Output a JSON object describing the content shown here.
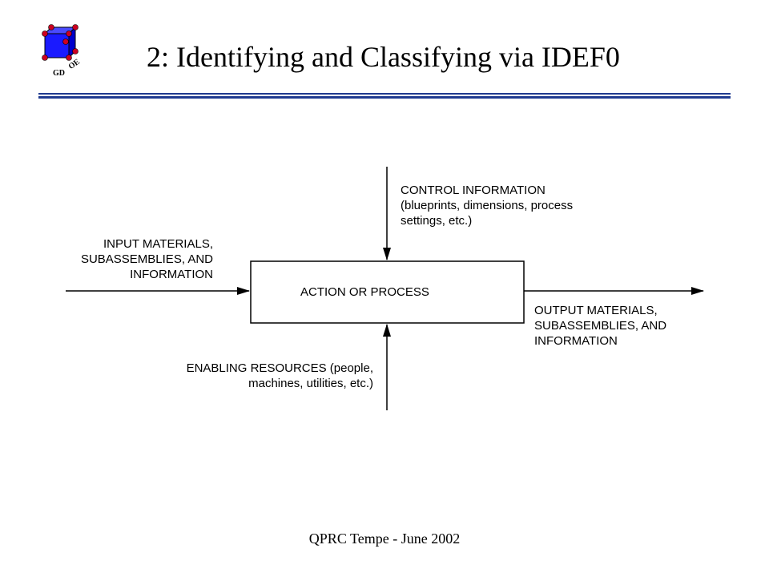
{
  "logo": {
    "left_text": "GD",
    "right_text": "OE"
  },
  "title": "2:  Identifying and Classifying via IDEF0",
  "diagram": {
    "control": [
      "CONTROL INFORMATION",
      "(blueprints, dimensions, process",
      "settings, etc.)"
    ],
    "input": [
      "INPUT MATERIALS,",
      "SUBASSEMBLIES, AND",
      "INFORMATION"
    ],
    "process": "ACTION  OR  PROCESS",
    "output": [
      "OUTPUT MATERIALS,",
      "SUBASSEMBLIES, AND",
      "INFORMATION"
    ],
    "resources": [
      "ENABLING RESOURCES (people,",
      "machines, utilities, etc.)"
    ]
  },
  "footer": "QPRC Tempe - June 2002",
  "colors": {
    "logo_cube": "#1a1aff",
    "logo_dots": "#cc0022",
    "rule": "#1f3a8f"
  }
}
